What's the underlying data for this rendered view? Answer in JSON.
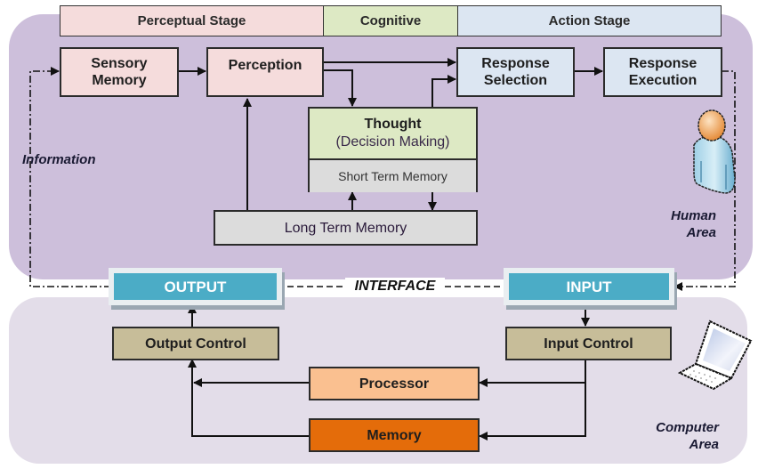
{
  "stages": {
    "perceptual": "Perceptual Stage",
    "cognitive": "Cognitive",
    "action": "Action Stage"
  },
  "human": {
    "sensory_memory": [
      "Sensory",
      "Memory"
    ],
    "perception": "Perception",
    "response_selection": [
      "Response",
      "Selection"
    ],
    "response_execution": [
      "Response",
      "Execution"
    ],
    "thought_title": "Thought",
    "thought_subtitle": "(Decision Making)",
    "short_term_memory": "Short Term Memory",
    "long_term_memory": "Long Term Memory",
    "information_label": "Information",
    "area_label": [
      "Human",
      "Area"
    ]
  },
  "interface": {
    "output": "OUTPUT",
    "input": "INPUT",
    "label": "INTERFACE"
  },
  "computer": {
    "output_control": "Output Control",
    "input_control": "Input Control",
    "processor": "Processor",
    "memory": "Memory",
    "area_label": [
      "Computer",
      "Area"
    ]
  },
  "icons": {
    "human": "person-icon",
    "computer": "laptop-icon"
  },
  "colors": {
    "human_area": "#cdbfdb",
    "computer_area": "#e3dde9",
    "perceptual": "#f5dcdc",
    "cognitive": "#dde9c4",
    "action": "#dce6f2",
    "interface": "#4bacc6",
    "control": "#c7bd99",
    "processor": "#fac090",
    "memory": "#e46c0a"
  }
}
